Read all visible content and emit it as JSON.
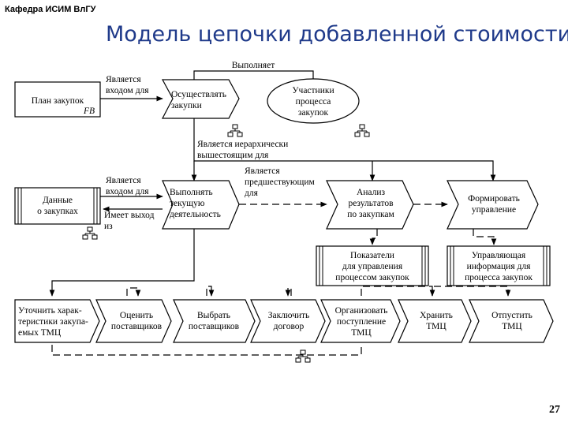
{
  "header": {
    "department": "Кафедра ИСИМ ВлГУ",
    "title": "Модель цепочки добавленной стоимости"
  },
  "page_number": "27",
  "diagram": {
    "plan": {
      "lines": [
        "План закупок"
      ],
      "tag": "FB"
    },
    "procure": [
      "Осуществлять",
      "закупки"
    ],
    "participants": [
      "Участники",
      "процесса",
      "закупок"
    ],
    "data_box": [
      "Данные",
      "о закупках"
    ],
    "execute": [
      "Выполнять",
      "текущую",
      "деятельность"
    ],
    "analysis": [
      "Анализ",
      "результатов",
      "по закупкам"
    ],
    "form_mgmt": [
      "Формировать",
      "управление"
    ],
    "indicators": [
      "Показатели",
      "для управления",
      "процессом закупок"
    ],
    "mgmt_info": [
      "Управляющая",
      "информация для",
      "процесса закупок"
    ],
    "bottom": {
      "b1": [
        "Уточнить харак-",
        "теристики закупа-",
        "емых ТМЦ"
      ],
      "b2": [
        "Оценить",
        "поставщиков"
      ],
      "b3": [
        "Выбрать",
        "поставщиков"
      ],
      "b4": [
        "Заключить",
        "договор"
      ],
      "b5": [
        "Организовать",
        "поступление",
        "ТМЦ"
      ],
      "b6": [
        "Хранить",
        "ТМЦ"
      ],
      "b7": [
        "Отпустить",
        "ТМЦ"
      ]
    },
    "labels": {
      "executes": "Выполняет",
      "input1": [
        "Является",
        "входом для"
      ],
      "hier": [
        "Является иерархически",
        "вышестоящим для"
      ],
      "input2": [
        "Является",
        "входом для"
      ],
      "has_output": [
        "Имеет выход",
        "из"
      ],
      "precedes": [
        "Является",
        "предшествующим",
        "для"
      ]
    }
  }
}
